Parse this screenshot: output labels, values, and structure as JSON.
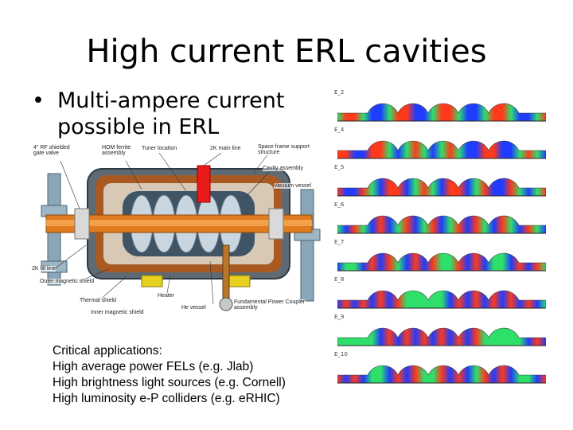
{
  "slide": {
    "title": "High current ERL cavities",
    "bullet_symbol": "•",
    "bullet_line1": "Multi-ampere current",
    "bullet_line2": "possible in ERL"
  },
  "cryomodule_labels": {
    "gate_valve": "4\" RF shielded gate valve",
    "hom_ferrite": "HOM ferrite assembly",
    "tuner": "Tuner location",
    "main_line": "2K main line",
    "space_frame": "Space frame support structure",
    "cavity_assembly": "Cavity assembly",
    "vacuum_vessel": "Vacuum vessel",
    "fill_line": "2K fill line",
    "outer_shield": "Outer magnetic shield",
    "thermal_shield": "Thermal shield",
    "heater": "Heater",
    "inner_shield": "Inner magnetic shield",
    "he_vessel": "He vessel",
    "coupler": "Fundamental Power Coupler assembly"
  },
  "applications": {
    "heading": "Critical applications:",
    "items": [
      "High average power FELs (e.g. Jlab)",
      "High brightness light sources (e.g. Cornell)",
      "High luminosity e-P colliders (e.g. eRHIC)"
    ]
  },
  "field_modes": [
    "E_2",
    "E_4",
    "E_5",
    "E_6",
    "E_7",
    "E_8",
    "E_9",
    "E_10"
  ],
  "colors": {
    "cold": "#1f3cff",
    "warm": "#ff3a1a",
    "mid": "#2ee06a",
    "copper": "#c8621e",
    "steel": "#8aa6b8"
  }
}
